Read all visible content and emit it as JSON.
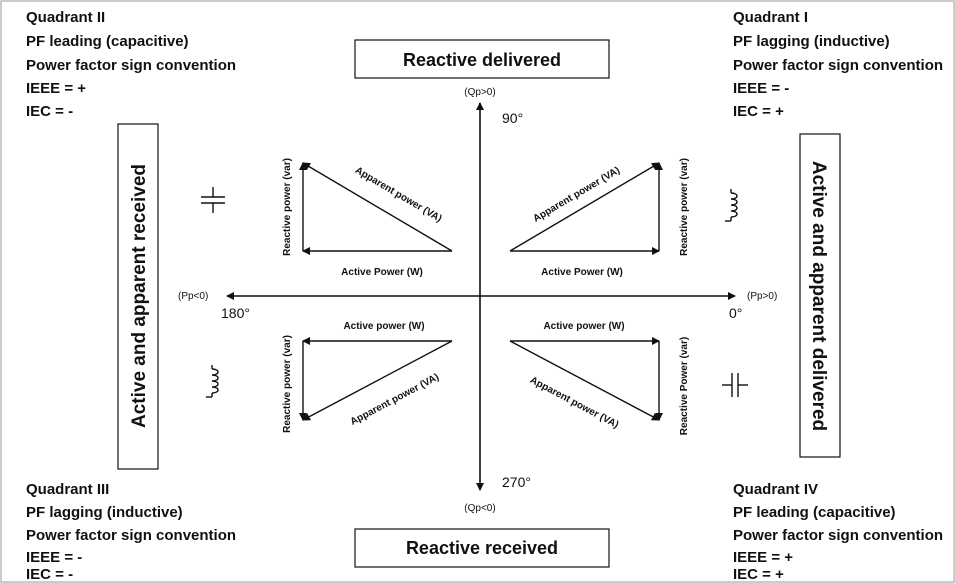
{
  "quadrants": {
    "q2": {
      "lines": [
        "Quadrant II",
        "PF leading (capacitive)",
        "Power factor sign convention",
        "IEEE = +",
        "IEC = -"
      ],
      "symbol": "capacitor-icon"
    },
    "q1": {
      "lines": [
        "Quadrant I",
        "PF lagging (inductive)",
        "Power factor sign convention",
        "IEEE = -",
        "IEC = +"
      ],
      "symbol": "inductor-icon"
    },
    "q3": {
      "lines": [
        "Quadrant III",
        "PF lagging (inductive)",
        "Power factor sign convention",
        "IEEE = -",
        "IEC = -"
      ],
      "symbol": "inductor-icon"
    },
    "q4": {
      "lines": [
        "Quadrant IV",
        "PF leading (capacitive)",
        "Power factor sign convention",
        "IEEE = +",
        "IEC = +"
      ],
      "symbol": "capacitor-icon"
    }
  },
  "boxes": {
    "top": "Reactive delivered",
    "bottom": "Reactive received",
    "left": "Active and apparent received",
    "right": "Active and apparent delivered"
  },
  "axes": {
    "top_label": "(Qp>0)",
    "bottom_label": "(Qp<0)",
    "left_label": "(Pp<0)",
    "right_label": "(Pp>0)",
    "angle_top": "90°",
    "angle_left": "180°",
    "angle_right": "0°",
    "angle_bottom": "270°"
  },
  "triangles": {
    "q2": {
      "active": "Active Power (W)",
      "reactive": "Reactive power (var)",
      "apparent": "Apparent power (VA)"
    },
    "q1": {
      "active": "Active Power (W)",
      "reactive": "Reactive power (var)",
      "apparent": "Apparent power (VA)"
    },
    "q3": {
      "active": "Active power (W)",
      "reactive": "Reactive power (var)",
      "apparent": "Apparent power (VA)"
    },
    "q4": {
      "active": "Active power (W)",
      "reactive": "Reactive Power (var)",
      "apparent": "Apparent power (VA)"
    }
  },
  "colors": {
    "line": "#111111",
    "background": "#ffffff"
  }
}
